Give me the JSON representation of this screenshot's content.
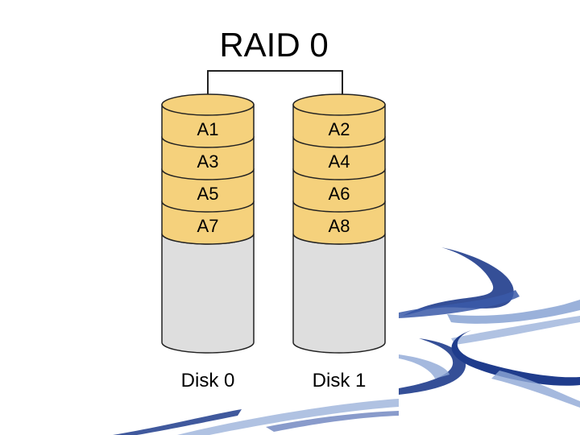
{
  "title": "RAID 0",
  "disks": [
    {
      "label": "Disk 0",
      "blocks": [
        "A1",
        "A3",
        "A5",
        "A7"
      ]
    },
    {
      "label": "Disk 1",
      "blocks": [
        "A2",
        "A4",
        "A6",
        "A8"
      ]
    }
  ],
  "colors": {
    "block_fill": "#f5d17c",
    "empty_fill": "#dedede",
    "stroke": "#222222",
    "swoosh_dark": "#1f3c8c",
    "swoosh_light": "#8fa8d6"
  }
}
